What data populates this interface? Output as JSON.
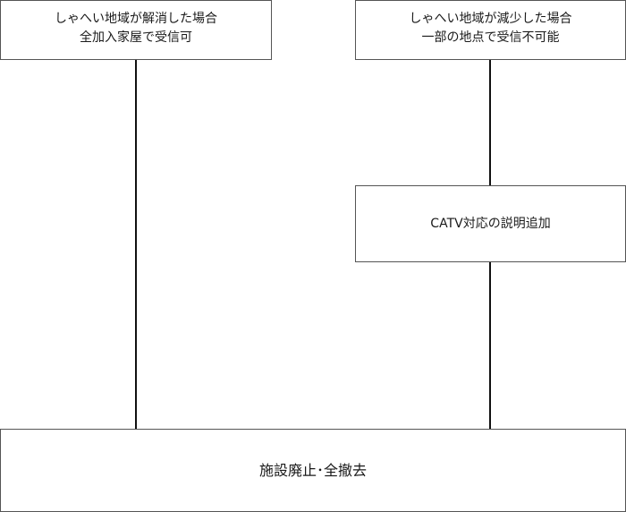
{
  "diagram": {
    "left_box": {
      "line1": "しゃへい地域が解消した場合",
      "line2": "全加入家屋で受信可"
    },
    "right_box": {
      "line1": "しゃへい地域が減少した場合",
      "line2": "一部の地点で受信不可能"
    },
    "catv_box": {
      "label": "CATV対応の説明追加"
    },
    "bottom_box": {
      "label": "施設廃止･全撤去"
    }
  }
}
